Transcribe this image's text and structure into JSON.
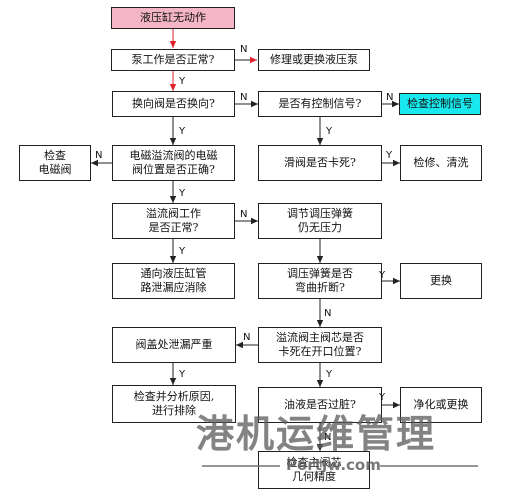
{
  "nodes": {
    "n_start": "液压缸无动作",
    "n_pump": "泵工作是否正常?",
    "n_repair_pump": "修理或更换液压泵",
    "n_reversing": "换向阀是否换向?",
    "n_control_signal": "是否有控制信号?",
    "n_check_signal": "检查控制信号",
    "n_check_solenoid": "检查\n电磁阀",
    "n_solenoid_pos": "电磁溢流阀的电磁\n阀位置是否正确?",
    "n_spool_stuck": "滑阀是否卡死?",
    "n_service_clean": "检修、清洗",
    "n_relief_ok": "溢流阀工作\n是否正常?",
    "n_adjust_spring": "调节调压弹簧\n仍无压力",
    "n_cylinder_leak": "通向液压缸管\n路泄漏应消除",
    "n_spring_bent": "调压弹簧是否\n弯曲折断?",
    "n_replace": "更换",
    "n_cover_leak": "阀盖处泄漏严重",
    "n_core_stuck": "溢流阀主阀芯是否\n卡死在开口位置?",
    "n_analyze": "检查并分析原因,\n进行排除",
    "n_oil_dirty": "油液是否过脏?",
    "n_purify": "净化或更换",
    "n_check_geometry": "检查主阀芯\n几何精度"
  },
  "edge_labels": {
    "yes": "Y",
    "no": "N"
  },
  "colors": {
    "start_fill": "#f4b5c6",
    "highlight_fill": "#19e8ee",
    "start_arrow": "#e0202a",
    "line": "#222222"
  },
  "watermark": {
    "title": "港机运维管理",
    "url": "PortJw.com"
  }
}
